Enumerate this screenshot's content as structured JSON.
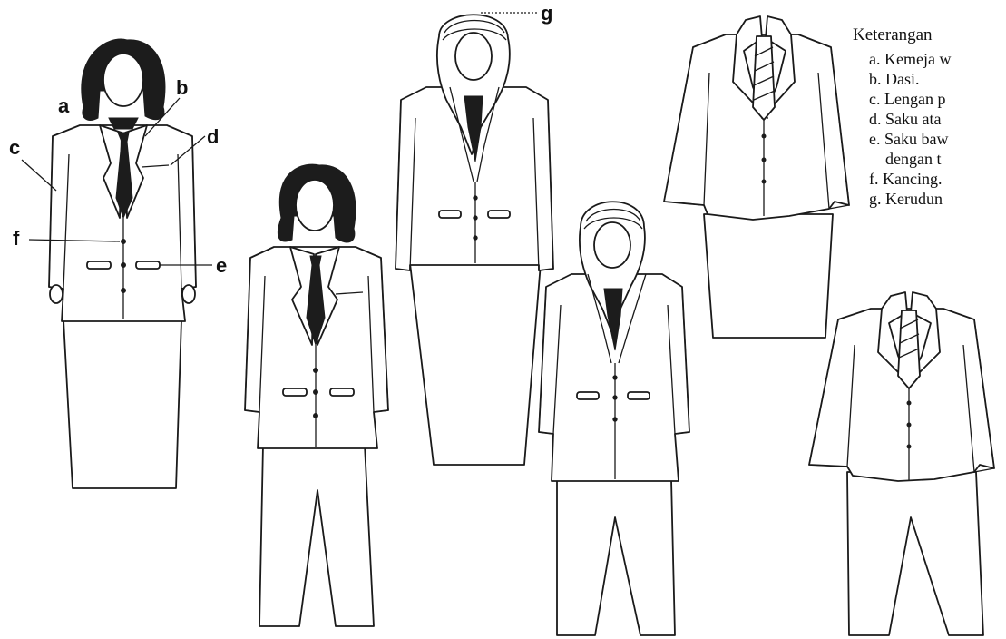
{
  "legend": {
    "title": "Keterangan",
    "items": [
      {
        "key": "a.",
        "text": "Kemeja w"
      },
      {
        "key": "b.",
        "text": "Dasi."
      },
      {
        "key": "c.",
        "text": "Lengan p"
      },
      {
        "key": "d.",
        "text": "Saku ata"
      },
      {
        "key": "e.",
        "text": "Saku baw"
      },
      {
        "key": "",
        "text": "dengan t"
      },
      {
        "key": "f.",
        "text": "Kancing."
      },
      {
        "key": "g.",
        "text": "Kerudun"
      }
    ]
  },
  "callouts": {
    "a": "a",
    "b": "b",
    "c": "c",
    "d": "d",
    "e": "e",
    "f": "f",
    "g": "g"
  },
  "figures": [
    {
      "name": "hair-suit-skirt",
      "hair": "long-dark",
      "bottom": "skirt"
    },
    {
      "name": "hair-suit-trousers",
      "hair": "long-dark",
      "bottom": "trousers"
    },
    {
      "name": "hijab-suit-long-skirt",
      "hair": "hijab",
      "bottom": "long-skirt"
    },
    {
      "name": "hijab-suit-trousers",
      "hair": "hijab",
      "bottom": "trousers"
    },
    {
      "name": "blazer-skirt",
      "hair": "none",
      "bottom": "skirt"
    },
    {
      "name": "blazer-trousers",
      "hair": "none",
      "bottom": "trousers"
    }
  ]
}
